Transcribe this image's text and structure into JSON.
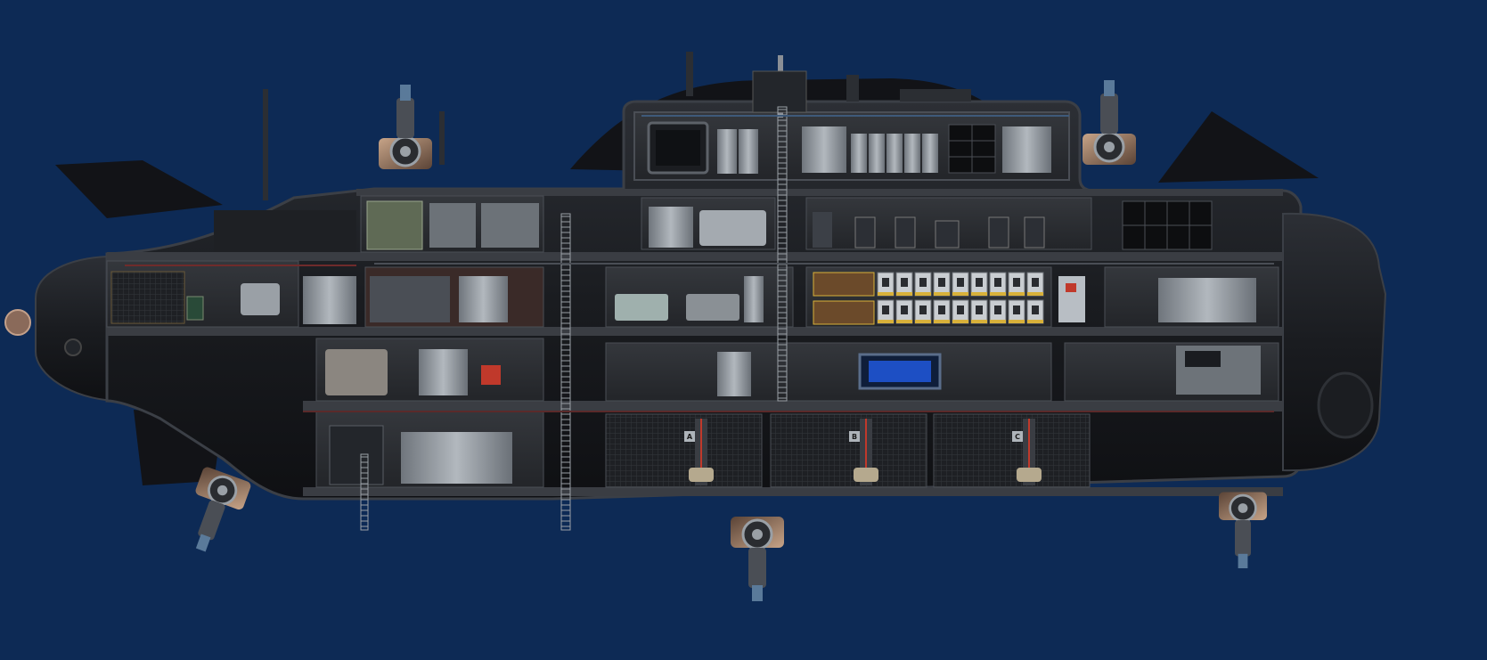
{
  "scene": {
    "background_color": "#0d2a55",
    "hull_color": "#17191d",
    "hull_edge_color": "#3b3f46",
    "room_floor_color": "#2a2c30",
    "panel_color": "#8e949b",
    "accent_red": "#c0392b",
    "accent_yellow": "#d8b13a",
    "screen_color": "#1d4fc4"
  },
  "ballast_labels": [
    "A",
    "B",
    "C"
  ],
  "components": {
    "turrets": [
      "top-front-turret",
      "top-rear-turret",
      "bottom-front-turret",
      "bottom-center-turret",
      "bottom-rear-railgun"
    ],
    "icons": [
      "fan-icon",
      "locker-icon",
      "door-icon",
      "ladder-icon",
      "pump-icon",
      "reactor-icon",
      "sonar-screen-icon"
    ]
  }
}
